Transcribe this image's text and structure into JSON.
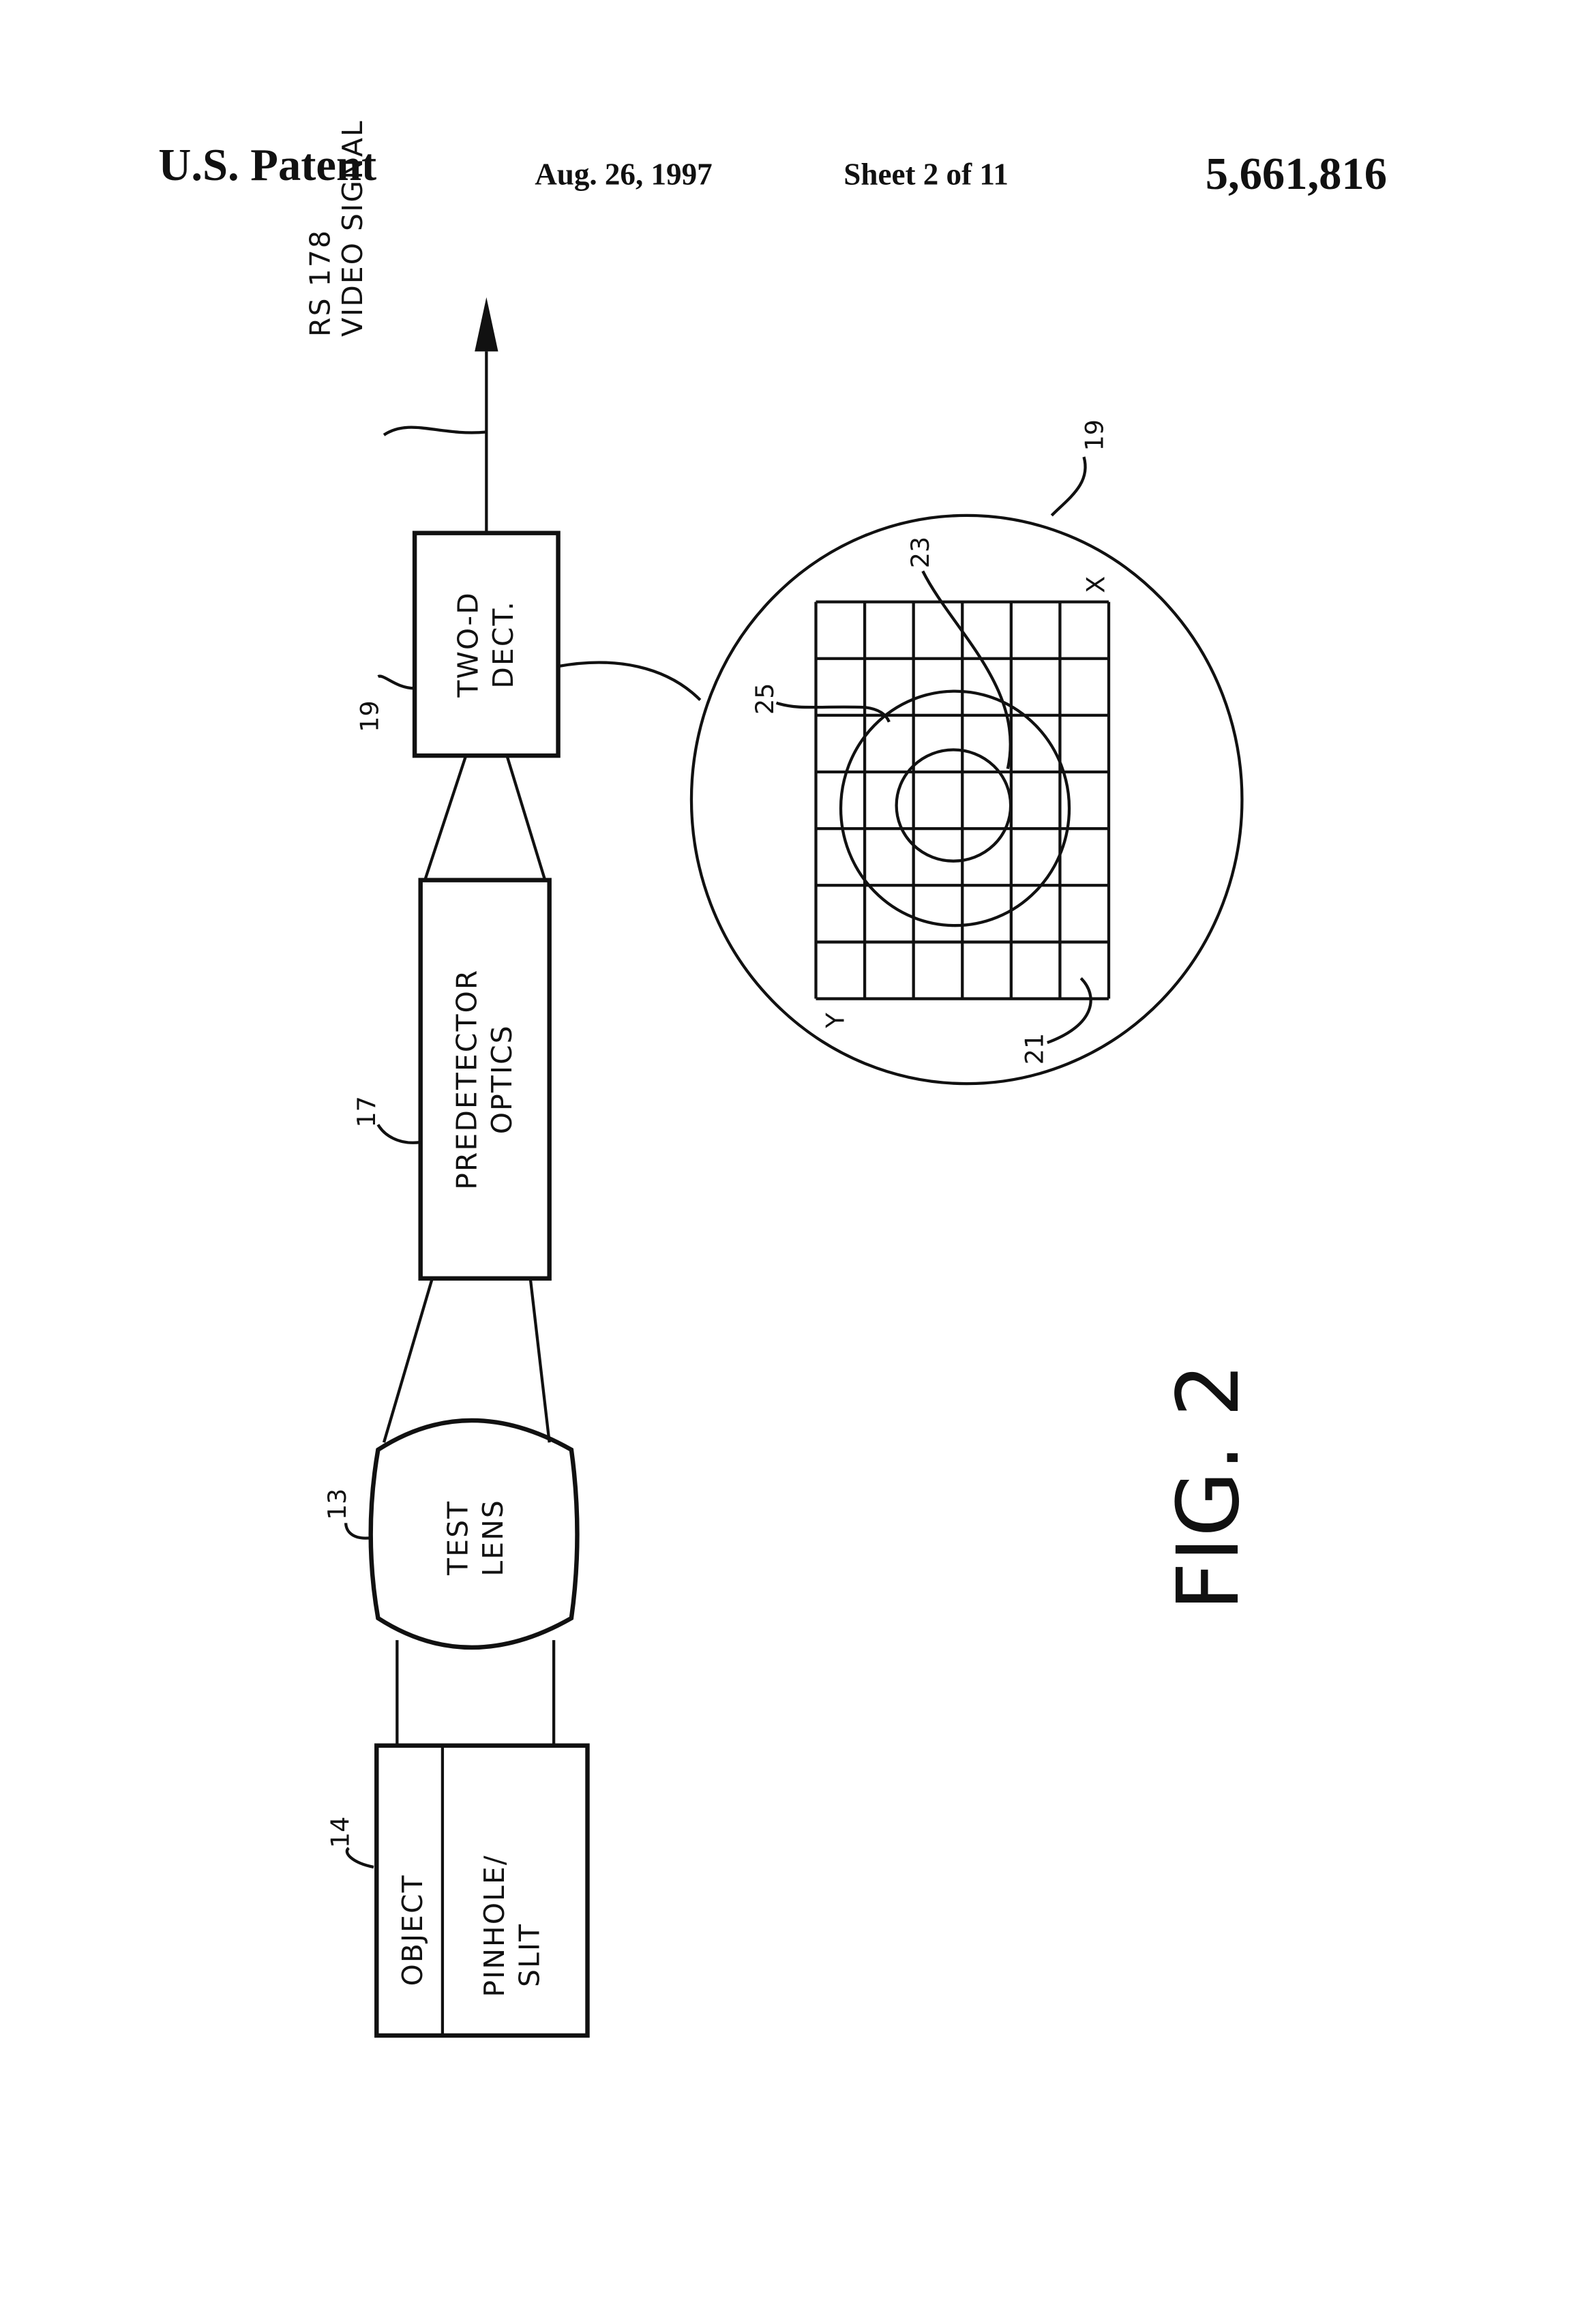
{
  "header": {
    "left": "U.S. Patent",
    "date": "Aug. 26, 1997",
    "sheet": "Sheet 2 of 11",
    "patent_number": "5,661,816"
  },
  "diagram": {
    "output_label_line1": "RS 178",
    "output_label_line2": "VIDEO SIGNAL",
    "detector": {
      "line1": "TWO-D",
      "line2": "DECT.",
      "ref": "19"
    },
    "predetector": {
      "line1": "PREDETECTOR",
      "line2": "OPTICS",
      "ref": "17"
    },
    "lens": {
      "line1": "TEST",
      "line2": "LENS",
      "ref": "13"
    },
    "object": {
      "label": "OBJECT",
      "line1": "PINHOLE/",
      "line2": "SLIT",
      "ref": "14"
    },
    "detail": {
      "ref_detector": "19",
      "ref_spot_inner": "23",
      "ref_spot_outer": "25",
      "ref_grid": "21",
      "axis_x": "X",
      "axis_y": "Y"
    },
    "figure_label": "FIG. 2"
  }
}
